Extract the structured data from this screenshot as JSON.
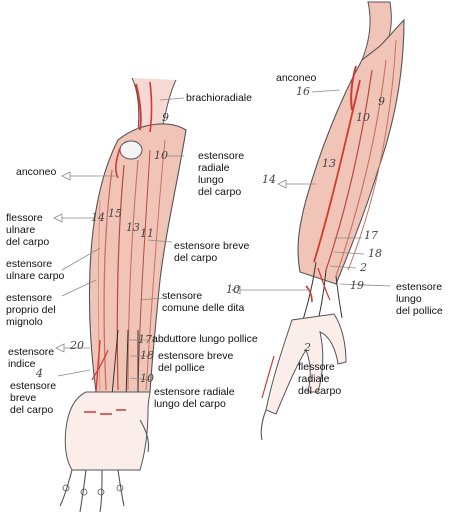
{
  "colors": {
    "ink": "#111111",
    "pencil": "#555555",
    "muscle": "#e8a89a",
    "muscle_dark": "#d23a32",
    "leader": "#8a8a8a"
  },
  "labels": {
    "brachioradiale": "brachioradiale",
    "estensore_radiale_lungo": "estensore\nradiale\nlungo\ndel carpo",
    "anconeo_left": "anconeo",
    "flessore_ulnare": "flessore\nulnare\ndel carpo",
    "estensore_breve_carpo_right": "estensore breve\ndel carpo",
    "estensore_ulnare": "estensore\nulnare carpo",
    "estensore_proprio_mignolo": "estensore\nproprio del\nmignolo",
    "stensore_comune": "stensore\ncomune delle dita",
    "abduttore_lungo": "abduttore lungo pollice",
    "estensore_indice": "estensore\nindice",
    "estensore_breve_pollice": "estensore breve\ndel pollice",
    "estensore_breve_carpo_left": "estensore\nbreve\ndel carpo",
    "estensore_radiale_lungo_bottom": "estensore radiale\nlungo del carpo",
    "anconeo_right": "anconeo",
    "estensore_lungo_pollice": "estensore\nlungo\ndel pollice",
    "flessore_radiale": "flessore\nradiale\ndel carpo"
  },
  "numbers": {
    "n9_left": "9",
    "n10_left": "10",
    "n14": "14",
    "n15": "15",
    "n13": "13",
    "n11": "11",
    "n17_left": "17",
    "n20": "20",
    "n18_left": "18",
    "n10_wrist": "10",
    "n4_left": "4",
    "n16": "16",
    "n9_right": "9",
    "n10_right": "10",
    "n13_right": "13",
    "n14_right": "14",
    "n17_right": "17",
    "n18_right": "18",
    "n2_right": "2",
    "n19": "19",
    "n10_lower_right": "10",
    "n2_hand": "2"
  }
}
